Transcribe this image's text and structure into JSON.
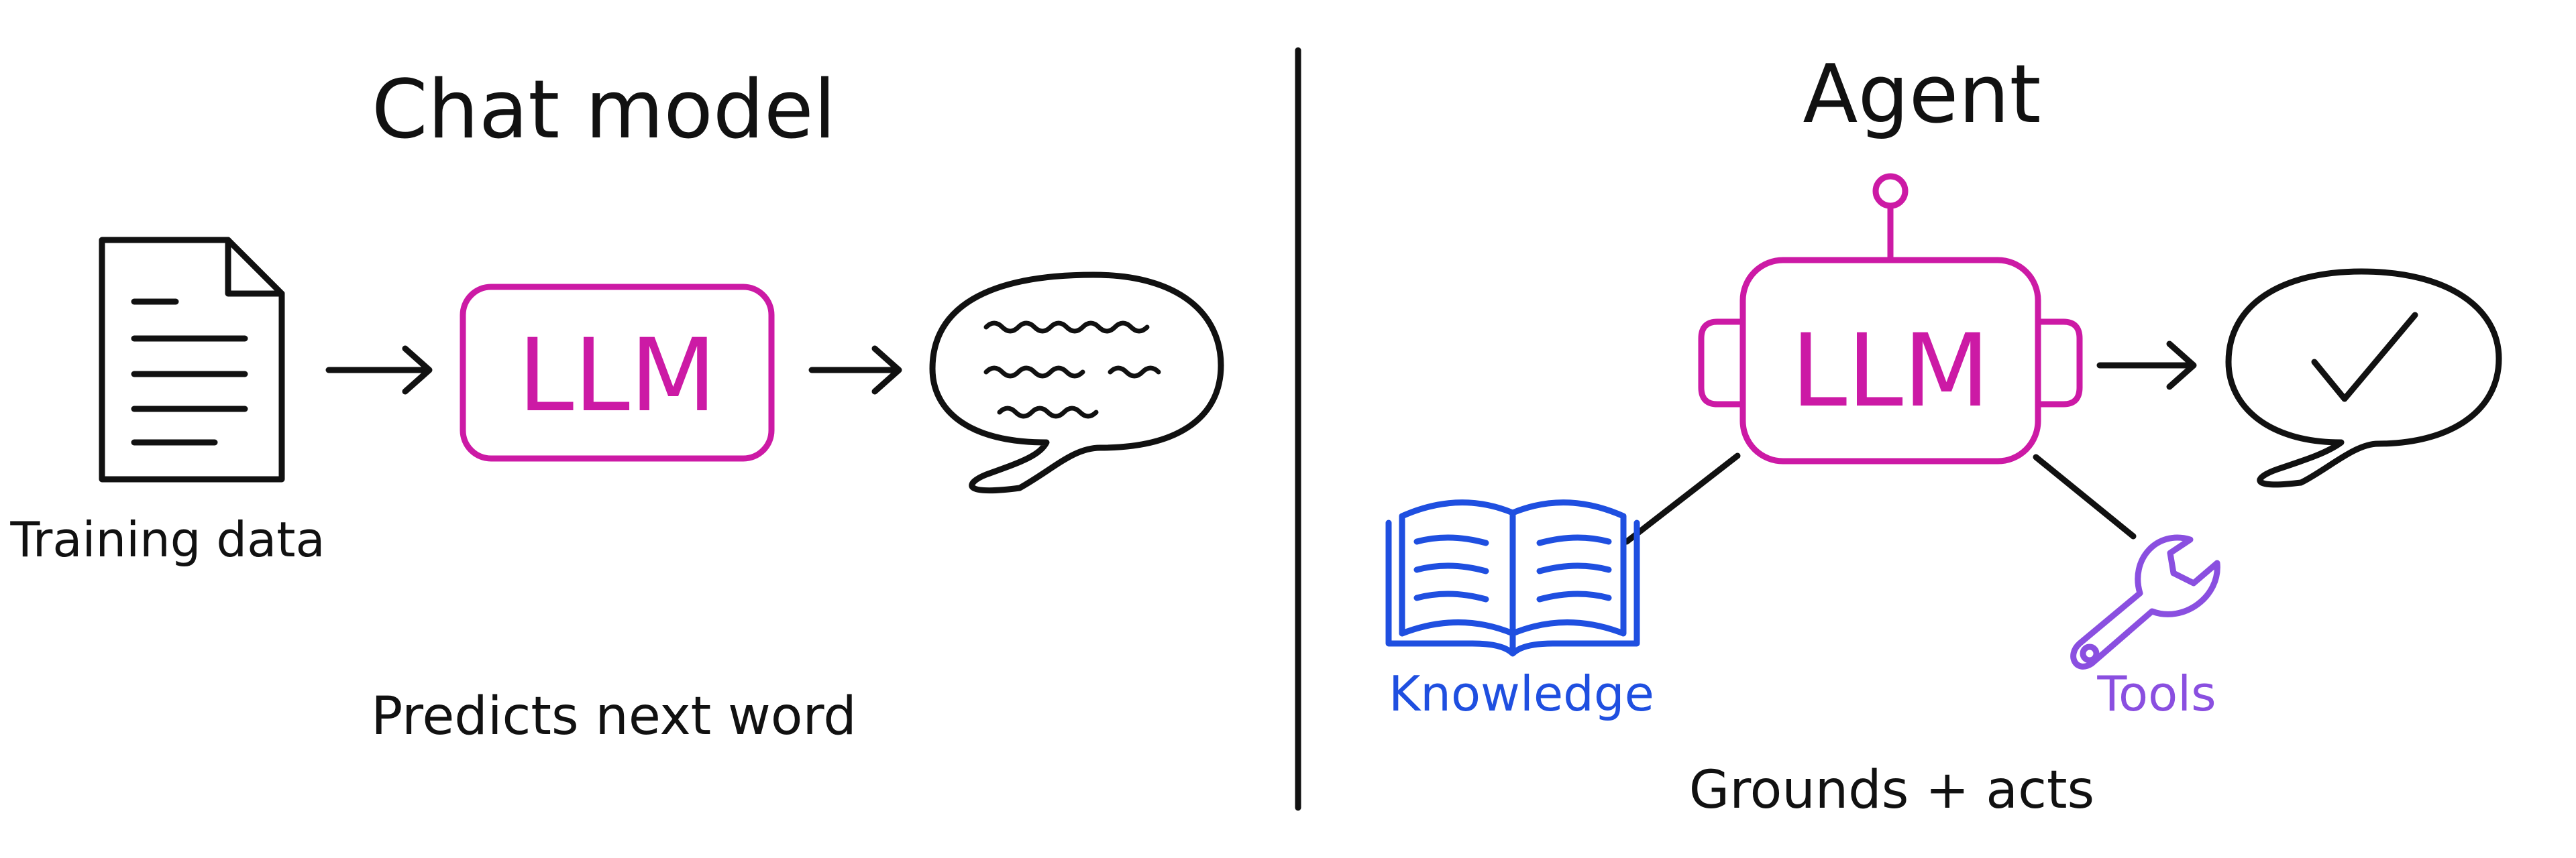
{
  "colors": {
    "ink": "#111111",
    "llm": "#cc1aa5",
    "knowledge": "#1f4fe0",
    "tools": "#8a4fe0",
    "background": "#ffffff"
  },
  "left_panel": {
    "title": "Chat model",
    "source_label": "Training data",
    "model_label": "LLM",
    "caption": "Predicts next word",
    "icons": [
      "document-icon",
      "arrow-right-icon",
      "speech-bubble-icon"
    ]
  },
  "right_panel": {
    "title": "Agent",
    "model_label": "LLM",
    "knowledge_label": "Knowledge",
    "tools_label": "Tools",
    "caption": "Grounds + acts",
    "icons": [
      "robot-icon",
      "open-book-icon",
      "wrench-icon",
      "arrow-right-icon",
      "checkmark-bubble-icon"
    ]
  }
}
